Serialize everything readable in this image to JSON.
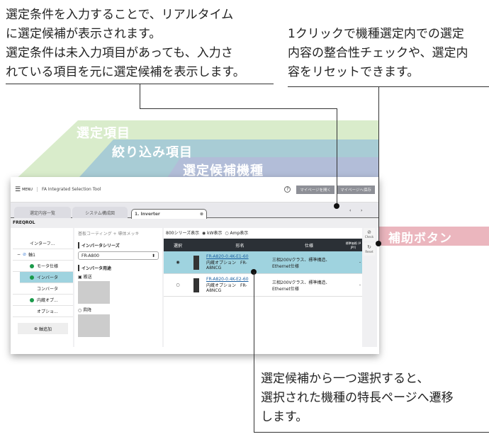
{
  "annotations": {
    "left_note": [
      "選定条件を入力することで、リアルタイム",
      "に選定候補が表示されます。",
      "選定条件は未入力項目があっても、入力さ",
      "れている項目を元に選定候補を表示します。"
    ],
    "right_note": [
      "1クリックで機種選定内での選定",
      "内容の整合性チェックや、選定内",
      "容をリセットできます。"
    ],
    "bottom_note": [
      "選定候補から一つ選択すると、",
      "選択された機種の特長ページへ遷移",
      "します。"
    ],
    "band_selection_items": "選定項目",
    "band_filter_items": "絞り込み項目",
    "band_candidates": "選定候補機種",
    "aux_buttons": "補助ボタン"
  },
  "colors": {
    "green_band": "#b9dca0",
    "blue_band": "#7fb3de",
    "purple_band": "#b9b3da",
    "pink": "#e8a9b3",
    "row_selected": "#9fd3df"
  },
  "app": {
    "menu_label": "MENU",
    "title": "FA Integrated Selection Tool",
    "help_icon": "question-icon",
    "open_mypage": "マイページを開く",
    "save_mypage": "マイページへ保存",
    "tabs": [
      "選定内容一覧",
      "システム構成図",
      "1. Inverter"
    ],
    "brand": "FREQROL",
    "tree": {
      "top": "インターフ...",
      "axis": "軸1",
      "items": [
        "モータ仕様",
        "インバータ",
        "コンバータ",
        "内蔵オプ...",
        "オプショ..."
      ],
      "add_axis": "軸追加"
    },
    "filter": {
      "coating": "基板コーティング + 導体メッキ",
      "series_heading": "インバータシリーズ",
      "series_value": "FR-A800",
      "usage_heading": "インバータ用途",
      "usage_options": [
        "搬送",
        "昇降"
      ]
    },
    "results": {
      "display_label": "800シリーズ表示",
      "kw": "kW表示",
      "amp": "Amp表示",
      "headers": [
        "選択",
        "形名",
        "仕様",
        "標準価格 (¥ JPY)"
      ],
      "rows": [
        {
          "model": "FR-A820-0.4K-E1-60",
          "option": "内蔵オプション　FR-A8NCG",
          "spec": "三相200Vクラス、標準構造、Ethernet仕様",
          "price": "-"
        },
        {
          "model": "FR-A820-0.4K-E2-60",
          "option": "内蔵オプション　FR-A8NCG",
          "spec": "三相200Vクラス、標準構造、Ethernet仕様",
          "price": "-"
        }
      ]
    },
    "check": "Check",
    "reset": "Reset"
  }
}
